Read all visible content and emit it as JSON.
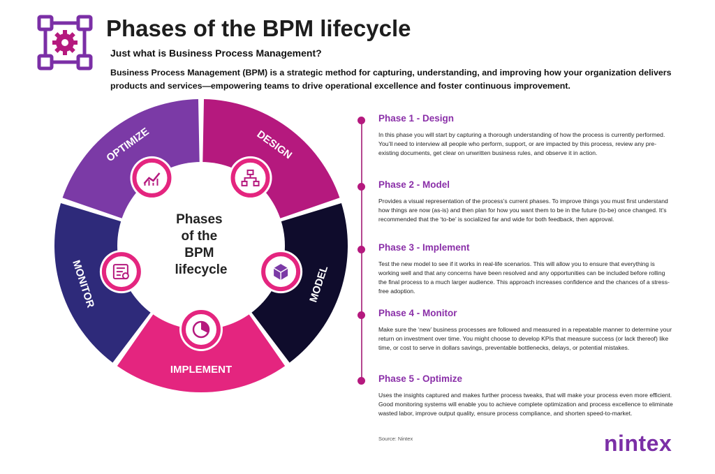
{
  "header": {
    "title": "Phases of the BPM lifecycle",
    "subtitle": "Just what is Business Process Management?",
    "intro": "Business Process Management (BPM) is a strategic method for capturing, understanding, and improving how your organization delivers products and services—empowering teams to drive operational excellence and foster continuous improvement.",
    "logo_icon": "process-gear-icon"
  },
  "wheel": {
    "center_lines": [
      "Phases",
      "of the",
      "BPM",
      "lifecycle"
    ],
    "segments": [
      {
        "label": "DESIGN",
        "color": "#b5197e",
        "icon": "flowchart-icon"
      },
      {
        "label": "MODEL",
        "color": "#0f0c2c",
        "icon": "cube-icon"
      },
      {
        "label": "IMPLEMENT",
        "color": "#e4257f",
        "icon": "pie-chart-icon"
      },
      {
        "label": "MONITOR",
        "color": "#2e2a7a",
        "icon": "monitor-list-icon"
      },
      {
        "label": "OPTIMIZE",
        "color": "#7b3aa6",
        "icon": "line-chart-icon"
      }
    ]
  },
  "phases": [
    {
      "title": "Phase 1 - Design",
      "text": "In this phase you will start by capturing a thorough understanding of how the process is currently performed. You’ll need to interview all people who perform, support, or are impacted by this process, review any pre-existing documents, get clear on unwritten business rules, and observe it in action."
    },
    {
      "title": "Phase 2 - Model",
      "text": "Provides a visual representation of the process’s current phases. To improve things you must first understand how things are now (as-is) and then plan for how you want them to be in the future (to-be) once changed. It’s recommended that the ‘to-be’ is socialized far and wide for both feedback, then approval."
    },
    {
      "title": "Phase 3 - Implement",
      "text": "Test the new model to see if it works in real-life scenarios. This will allow you to ensure that everything is working well and that any concerns have been resolved and any opportunities can be included before rolling the final process to a much larger audience. This approach increases confidence and the chances of a stress-free adoption."
    },
    {
      "title": "Phase 4 - Monitor",
      "text": "Make sure the ‘new’ business processes are followed and measured in a repeatable manner to determine your return on investment over time. You might choose to develop KPIs that measure success (or lack thereof) like time, or cost to serve in dollars savings, preventable bottlenecks, delays, or potential mistakes."
    },
    {
      "title": "Phase 5 - Optimize",
      "text": "Uses the insights captured and makes further process tweaks, that will make your process even more efficient. Good monitoring systems will enable you to achieve complete optimization and process excellence to eliminate wasted labor, improve output quality, ensure process compliance, and shorten speed-to-market."
    }
  ],
  "footer": {
    "source": "Source: Nintex",
    "brand": "nintex"
  }
}
